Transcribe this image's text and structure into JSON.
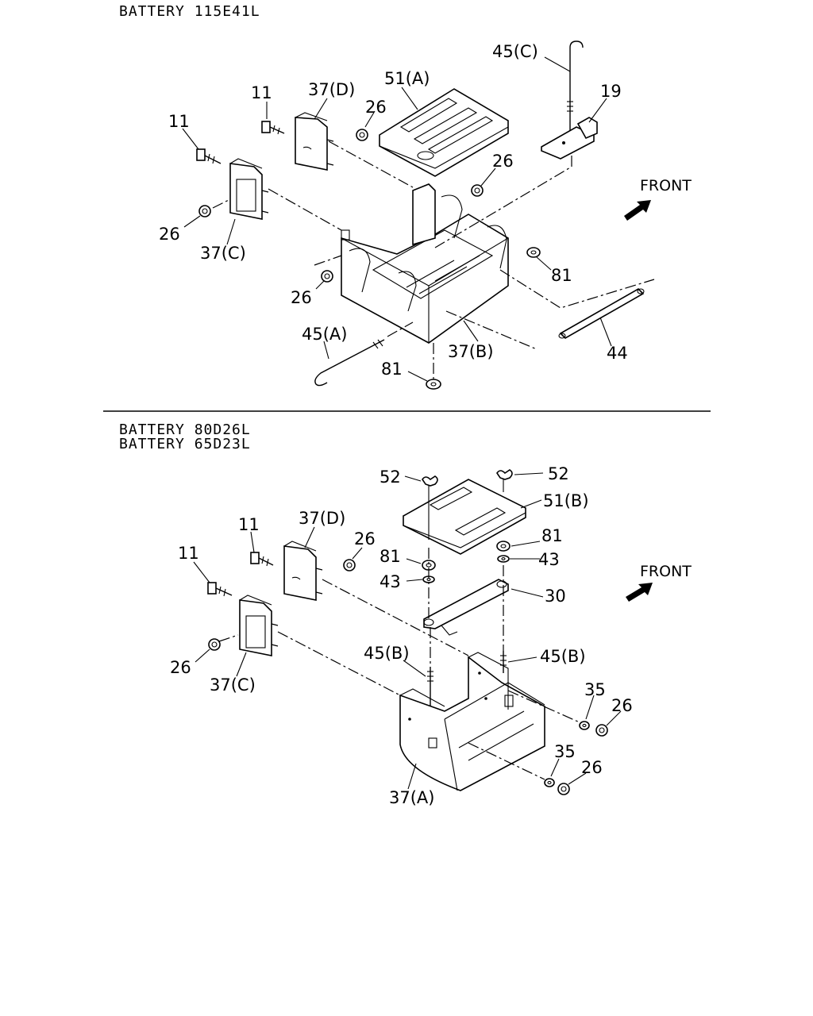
{
  "diagrams": [
    {
      "heading": [
        "BATTERY 115E41L"
      ],
      "callouts": {
        "c1": "45(C)",
        "c2": "51(A)",
        "c3": "37(D)",
        "c4": "11",
        "c5": "19",
        "c6": "11",
        "c7": "26",
        "c8": "26",
        "c9": "FRONT",
        "c10": "26",
        "c11": "37(C)",
        "c12": "81",
        "c13": "26",
        "c14": "45(A)",
        "c15": "37(B)",
        "c16": "44",
        "c17": "81"
      }
    },
    {
      "heading": [
        "BATTERY 80D26L",
        "BATTERY 65D23L"
      ],
      "callouts": {
        "c1": "52",
        "c2": "52",
        "c3": "51(B)",
        "c4": "37(D)",
        "c5": "11",
        "c6": "26",
        "c7": "81",
        "c8": "11",
        "c9": "81",
        "c10": "43",
        "c11": "FRONT",
        "c12": "43",
        "c13": "30",
        "c14": "45(B)",
        "c15": "45(B)",
        "c16": "26",
        "c17": "37(C)",
        "c18": "35",
        "c19": "26",
        "c20": "35",
        "c21": "26",
        "c22": "37(A)"
      }
    }
  ]
}
